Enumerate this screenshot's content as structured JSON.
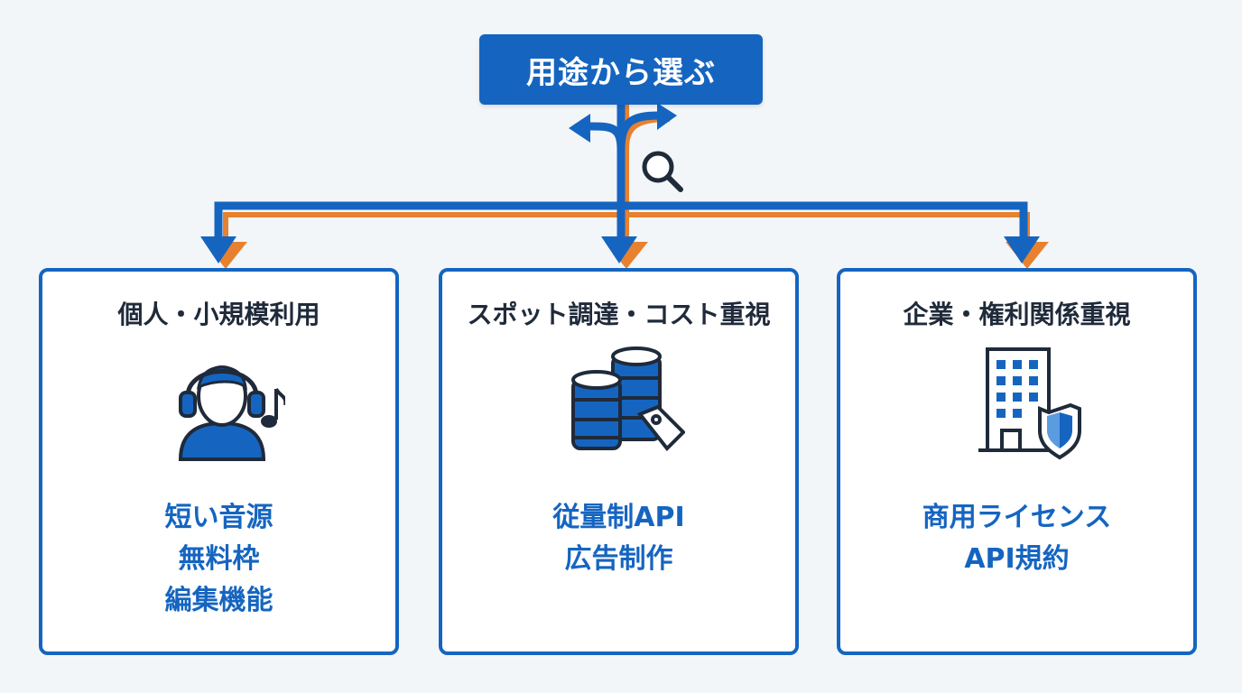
{
  "title": "用途から選ぶ",
  "colors": {
    "primary": "#1565c0",
    "accent": "#e8812f",
    "text": "#1f2a3a"
  },
  "cards": [
    {
      "title": "個人・小規模利用",
      "icon": "headphones-user-icon",
      "items": [
        "短い音源",
        "無料枠",
        "編集機能"
      ]
    },
    {
      "title": "スポット調達・コスト重視",
      "icon": "coins-price-tag-icon",
      "items": [
        "従量制API",
        "広告制作"
      ]
    },
    {
      "title": "企業・権利関係重視",
      "icon": "building-shield-icon",
      "items": [
        "商用ライセンス",
        "API規約"
      ]
    }
  ]
}
